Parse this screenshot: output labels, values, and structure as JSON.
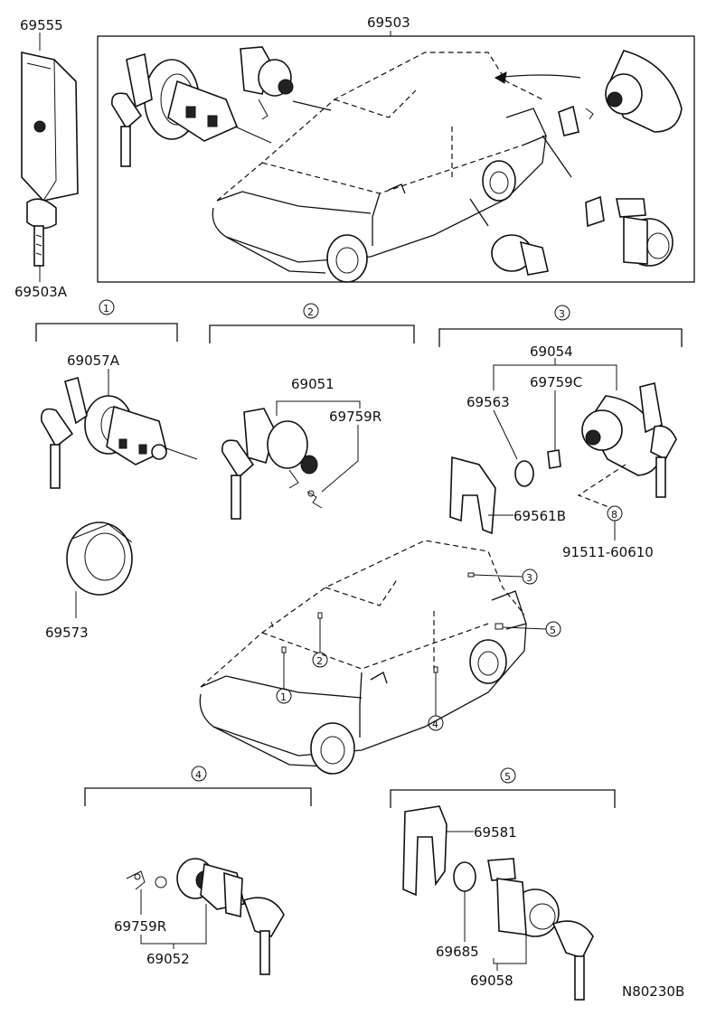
{
  "diagram": {
    "drawing_code": "N80230B",
    "labels": {
      "p69555": "69555",
      "p69503": "69503",
      "p69503A": "69503A",
      "p69057A": "69057A",
      "p69051": "69051",
      "p69759R_top": "69759R",
      "p69054": "69054",
      "p69759C": "69759C",
      "p69563": "69563",
      "p69561B": "69561B",
      "p91511": "91511-60610",
      "p69573": "69573",
      "p69759R_bottom": "69759R",
      "p69052": "69052",
      "p69581": "69581",
      "p69685": "69685",
      "p69058": "69058"
    },
    "group_markers": {
      "g1": "1",
      "g2": "2",
      "g3": "3",
      "g4": "4",
      "g5": "5",
      "bolt_marker": "8"
    },
    "car_callouts": {
      "c1": "1",
      "c2": "2",
      "c3": "3",
      "c4": "4",
      "c5": "5"
    }
  }
}
